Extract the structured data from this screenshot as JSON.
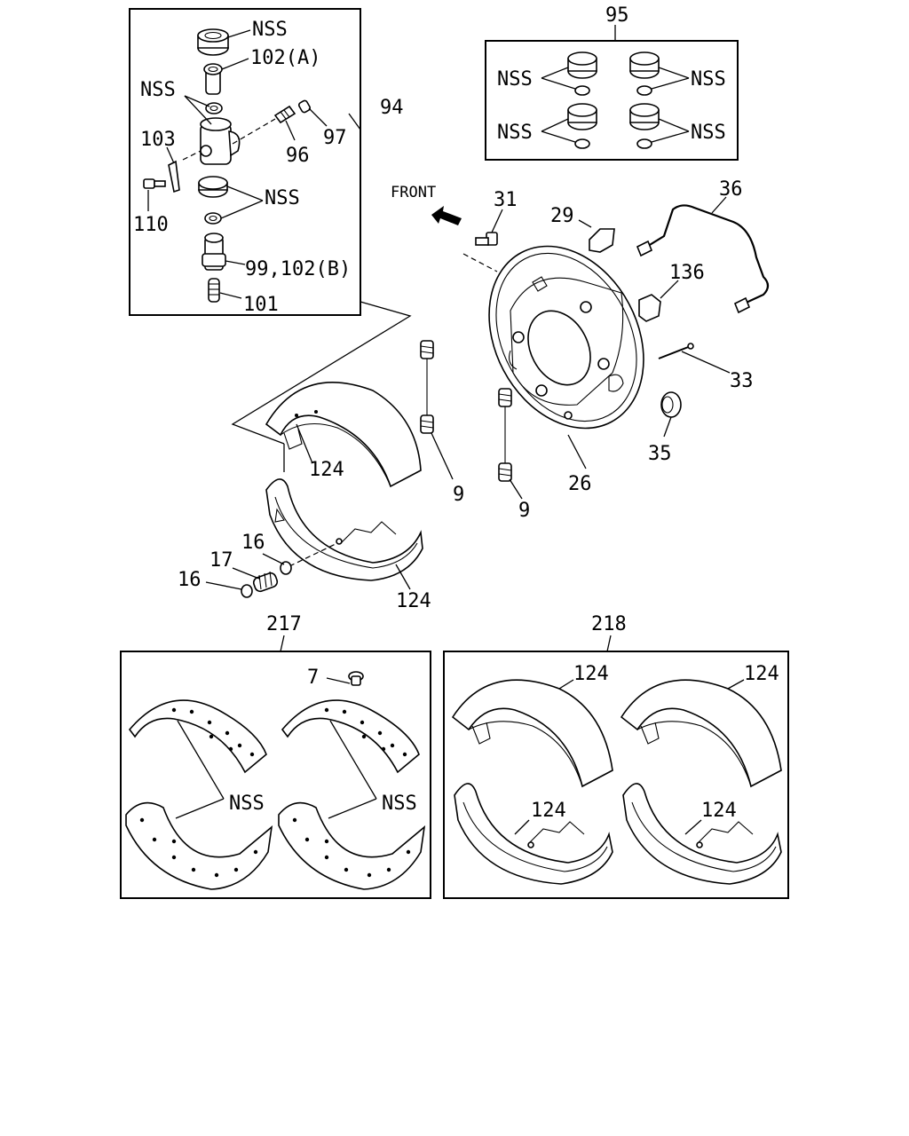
{
  "labels": {
    "nss": "NSS",
    "p102a": "102(A)",
    "p103": "103",
    "p110": "110",
    "p96": "96",
    "p97": "97",
    "p94": "94",
    "p99_102b": "99,102(B)",
    "p101": "101",
    "p95": "95",
    "front": "FRONT",
    "p31": "31",
    "p29": "29",
    "p36": "36",
    "p136": "136",
    "p33": "33",
    "p35": "35",
    "p26": "26",
    "p9": "9",
    "p124": "124",
    "p16": "16",
    "p17": "17",
    "p217": "217",
    "p218": "218",
    "p7": "7"
  }
}
